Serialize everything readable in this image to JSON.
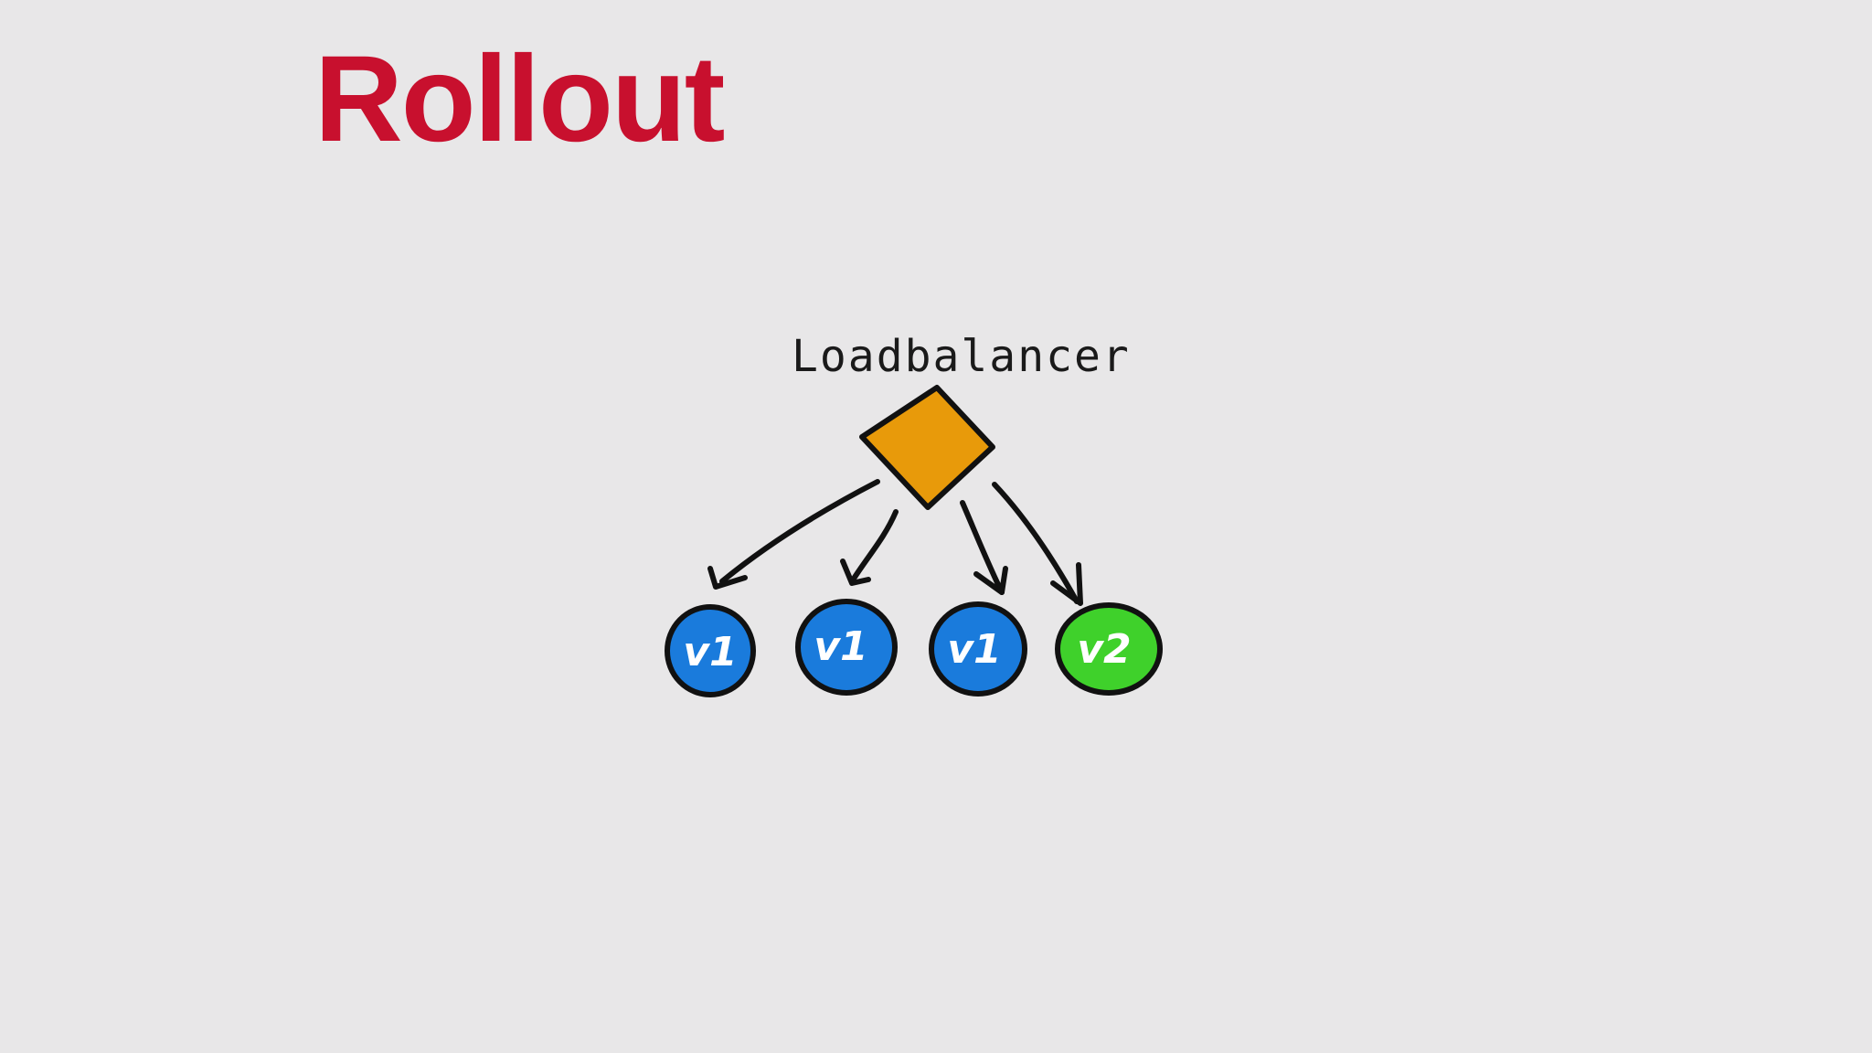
{
  "slide": {
    "title": "Rollout"
  },
  "diagram": {
    "loadbalancer": {
      "label": "Loadbalancer",
      "color": "#e89a0a"
    },
    "nodes": [
      {
        "label": "v1",
        "color": "#1a7bdc"
      },
      {
        "label": "v1",
        "color": "#1a7bdc"
      },
      {
        "label": "v1",
        "color": "#1a7bdc"
      },
      {
        "label": "v2",
        "color": "#3fd12b"
      }
    ],
    "stroke_color": "#111111",
    "title_color": "#c8102e"
  }
}
